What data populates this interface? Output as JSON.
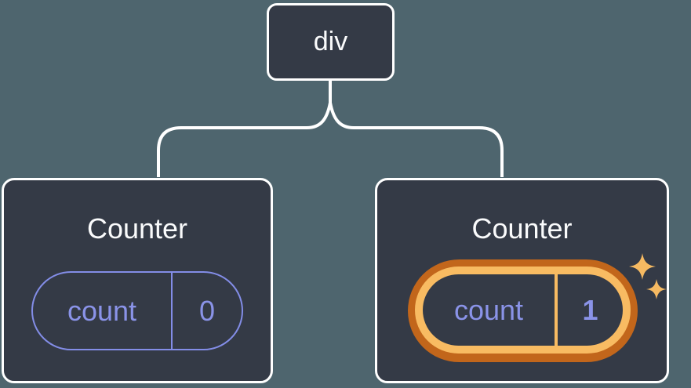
{
  "page": {
    "background": "#4E656E",
    "description_title": "Component tree diagram"
  },
  "tree": {
    "root": {
      "label": "div"
    },
    "children": [
      {
        "title": "Counter",
        "state_key": "count",
        "state_value": "0",
        "highlighted": false
      },
      {
        "title": "Counter",
        "state_key": "count",
        "state_value": "1",
        "highlighted": true
      }
    ]
  },
  "icons": [
    {
      "name": "sparkles-icon"
    }
  ],
  "colors": {
    "background": "#4E656E",
    "node_fill": "#343A46",
    "node_border": "#FFFFFF",
    "connector": "#FFFFFF",
    "node_text": "#FAFBFC",
    "state_accent": "#8A93E8",
    "state_pill_border": "#838DE7",
    "highlight_dark_orange": "#C2661B",
    "highlight_light_orange": "#F8BB62",
    "sparkle": "#F6BA62"
  }
}
